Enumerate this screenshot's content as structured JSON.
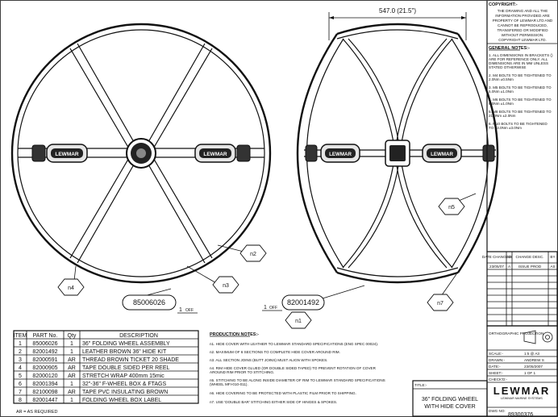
{
  "dimension": {
    "text": "547.0 (21.5\")"
  },
  "notes_panel": {
    "copyright_heading": "COPYRIGHT:-",
    "copyright_lines": [
      "THE DRAWING AND ALL THE",
      "INFORMATION PROVIDED ARE",
      "PROPERTY OF LEWMAR LTD AND",
      "CANNOT BE REPRODUCED,",
      "TRANSFERED OR MODIFIED",
      "WITHOUT PERMISSION.",
      "COPYRIGHT LEWMAR LTD."
    ],
    "general_heading": "GENERAL NOTES:-",
    "general_notes": [
      [
        "1. ALL DIMENSIONS IN BRACKETS ()",
        "ARE FOR REFERENCE ONLY. ALL",
        "DIMENSIONS ARE IN MM UNLESS",
        "STATED OTHERWISE"
      ],
      [
        "2. M4 BOLTS TO BE TIGHTENED TO",
        "2.0Nm ±0.5Nm"
      ],
      [
        "3. M5 BOLTS TO BE TIGHTENED TO",
        "5.0Nm ±1.0Nm"
      ],
      [
        "4. M6 BOLTS TO BE TIGHTENED TO",
        "9.0Nm ±1.0Nm"
      ],
      [
        "5. M8 BOLTS TO BE TIGHTENED TO",
        "21.0Nm ±2.0Nm"
      ],
      [
        "6. M10 BOLTS TO BE TIGHTENED",
        "TO 43.0Nm ±3.0Nm"
      ]
    ]
  },
  "revision": {
    "headers": [
      "DATE CHANGED",
      "ISS",
      "CHANGE DESC.",
      "BY"
    ],
    "row": [
      "23/05/07",
      "A",
      "ISSUE PROD",
      "AS"
    ]
  },
  "title_block": {
    "projection": "ORTHOGRAPHIC PROJECTION",
    "scale_label": "SCALE:-",
    "scale_value": "1:5 @ A3",
    "drawn_label": "DRAWN:-",
    "drawn_value": "ANDREW S",
    "date_label": "DATE:-",
    "date_value": "23/05/2007",
    "sheet_label": "SHEET:-",
    "sheet_value": "1 OF 1",
    "checked_label": "CHECK'D:-",
    "company": "LEWMAR",
    "company_sub": "LEWMAR MARINE SYSTEMS",
    "title_label": "TITLE:-",
    "title_lines": [
      "36\" FOLDING WHEEL",
      "WITH HIDE COVER"
    ],
    "dwg_label": "DWG NO:",
    "dwg_value": "89300376"
  },
  "callouts": {
    "n2": "n2",
    "n3": "n3",
    "n4": "n4",
    "n5": "n5",
    "n7": "n7",
    "n1": "n1",
    "part_left": "85006026",
    "part_right": "82001492",
    "qty_left": "1",
    "qty_right": "1",
    "off": "OFF"
  },
  "hub_text": "LEWMAR",
  "bom": {
    "headers": [
      "ITEM",
      "PART No.",
      "Qty",
      "DESCRIPTION"
    ],
    "rows": [
      [
        "1",
        "85006026",
        "1",
        "36\" FOLDING WHEEL ASSEMBLY"
      ],
      [
        "2",
        "82001492",
        "1",
        "LEATHER BROWN 36\" HIDE KIT"
      ],
      [
        "3",
        "82000591",
        "AR",
        "THREAD BROWN TICKET 20 SHADE"
      ],
      [
        "4",
        "82000905",
        "AR",
        "TAPE DOUBLE SIDED PER REEL"
      ],
      [
        "5",
        "82000120",
        "AR",
        "STRETCH WRAP 400mm  15mic"
      ],
      [
        "6",
        "82001394",
        "1",
        "32\"-36\" F-WHEEL BOX & FTAGS"
      ],
      [
        "7",
        "82100098",
        "AR",
        "TAPE PVC INSULATING BROWN"
      ],
      [
        "8",
        "82001447",
        "1",
        "FOLDING WHEEL BOX LABEL"
      ]
    ],
    "footnote": "AR = AS REQUIRED"
  },
  "production_notes": {
    "heading": "PRODUCTION NOTES:-",
    "lines": [
      "n1. HIDE COVER WITH LEATHER TO LEWMAR STANDARD SPECIFICATIONS (ENG SPEC 00024).",
      "n2. MAXIMUM OF 6 SECTIONS TO COMPLETE HIDE COVER AROUND RIM.",
      "n3. ALL SECTION JOINS (BUTT JOINS) MUST ALIGN WITH SPOKES.",
      "n4. RIM HIDE COVER GLUED (OR DOUBLE SIDED TAPED) TO PREVENT ROTATION OF COVER",
      "AROUND RIM PRIOR TO STITCHING.",
      "n5. STITCHING TO BE ALONG INSIDE DIAMETER OF RIM TO LEWMAR STANDARD SPECIFICATIONS",
      "(WHEEL MFI-010-011).",
      "n6. HIDE COVERING TO BE PROTECTED WITH PLASTIC FILM PRIOR TO SHIPPING.",
      "n7. USE 'DOUBLE BAR' STITCHING EITHER SIDE OF HINGES & SPOKES."
    ]
  }
}
